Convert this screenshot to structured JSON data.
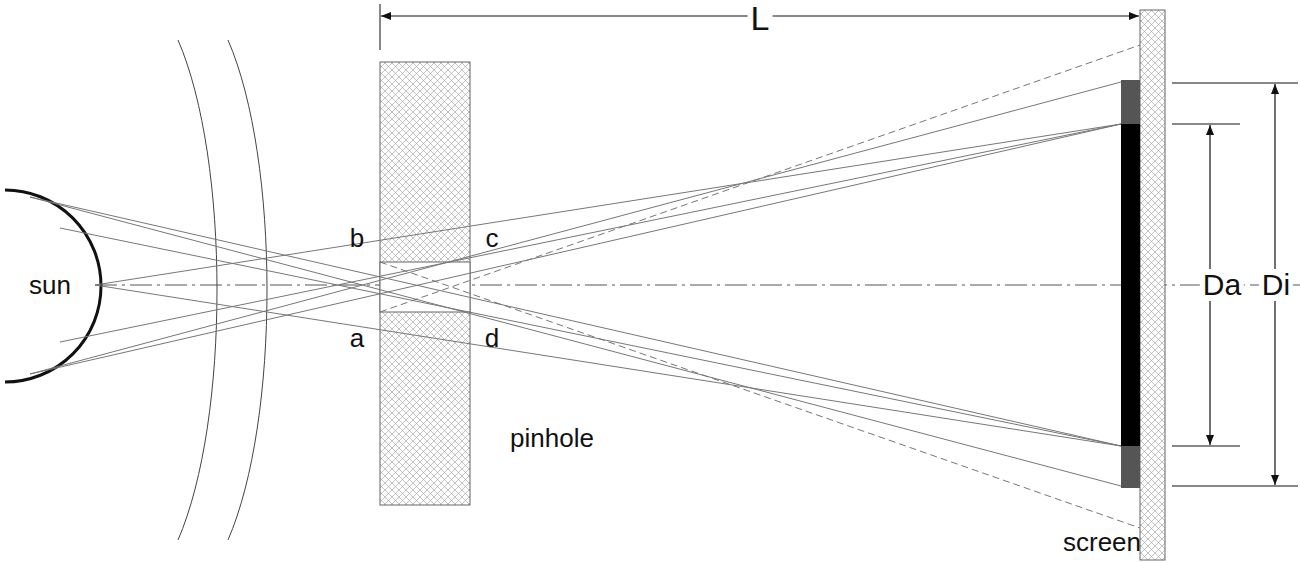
{
  "diagram": {
    "labels": [
      "L",
      "sun",
      "b",
      "c",
      "a",
      "d",
      "pinhole",
      "screen",
      "Da",
      "Di"
    ]
  }
}
